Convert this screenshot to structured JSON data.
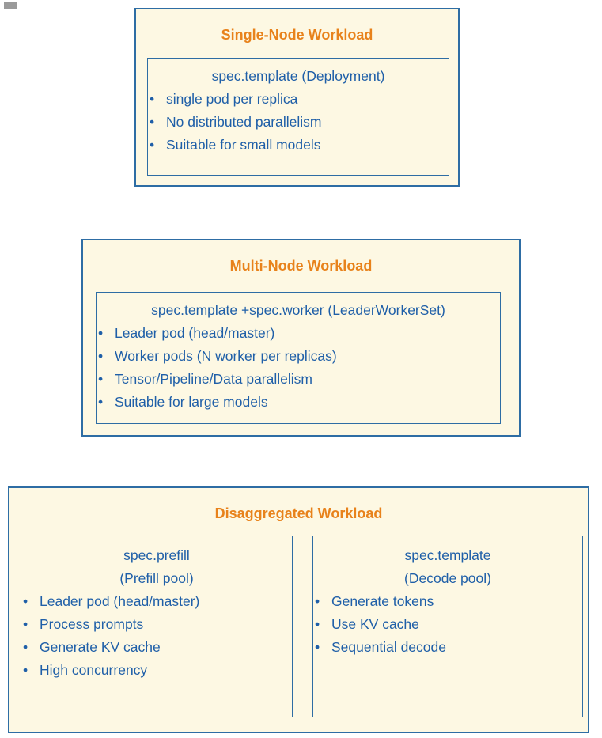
{
  "colors": {
    "title_orange": "#E8821B",
    "body_blue": "#1F5FA8",
    "border_blue": "#2E6DA4",
    "panel_cream": "#FDF8E3"
  },
  "diagram": {
    "single_node": {
      "title": "Single-Node Workload",
      "heading": "spec.template (Deployment)",
      "bullets": [
        "single pod per replica",
        "No distributed parallelism",
        "Suitable for small models"
      ]
    },
    "multi_node": {
      "title": "Multi-Node Workload",
      "heading": "spec.template +spec.worker (LeaderWorkerSet)",
      "bullets": [
        "Leader pod (head/master)",
        "Worker pods (N worker per replicas)",
        "Tensor/Pipeline/Data parallelism",
        "Suitable for large models"
      ]
    },
    "disaggregated": {
      "title": "Disaggregated Workload",
      "prefill": {
        "heading_line1": "spec.prefill",
        "heading_line2": "(Prefill pool)",
        "bullets": [
          "Leader pod (head/master)",
          "Process prompts",
          "Generate KV cache",
          "High concurrency"
        ]
      },
      "decode": {
        "heading_line1": "spec.template",
        "heading_line2": "(Decode pool)",
        "bullets": [
          "Generate tokens",
          "Use KV cache",
          "Sequential decode"
        ]
      }
    }
  }
}
